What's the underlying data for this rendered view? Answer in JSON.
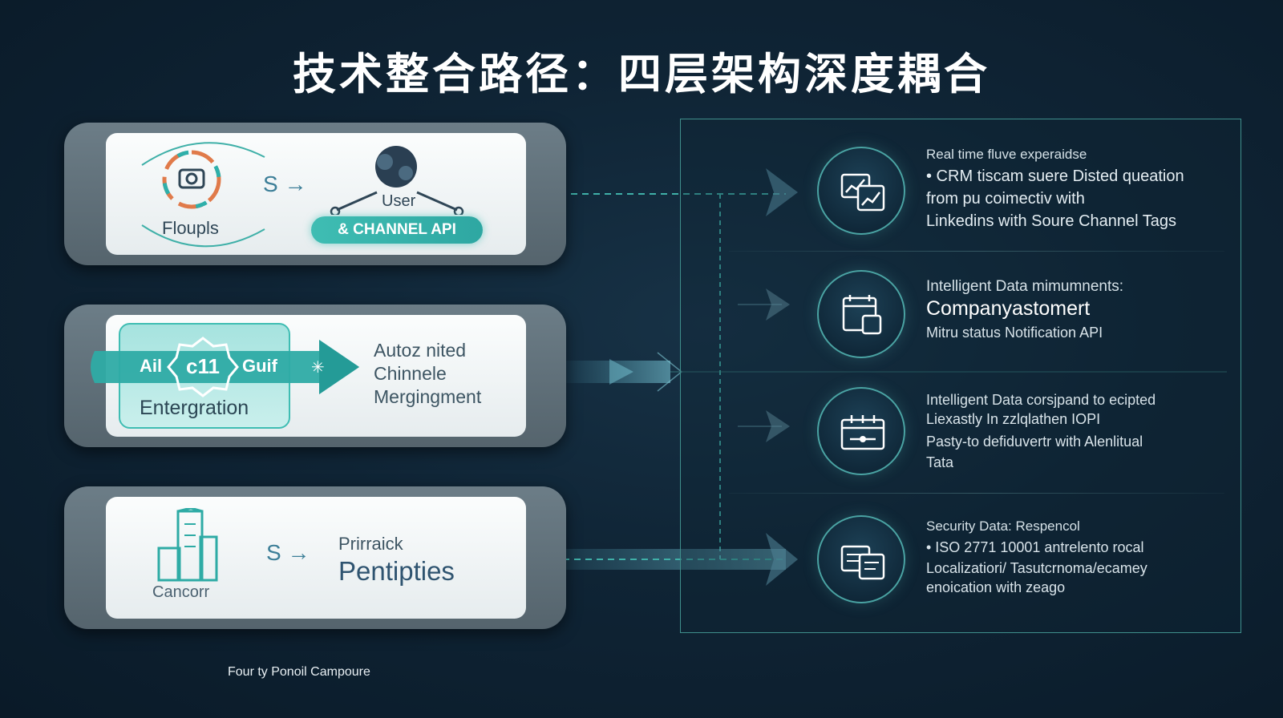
{
  "title": "技术整合路径：四层架构深度耦合",
  "layers": [
    {
      "left_label": "Floupls",
      "arrow_label": "S",
      "user_label": "User",
      "pill_label": "& CHANNEL API"
    },
    {
      "left_a": "Ail",
      "left_b": "Guif",
      "chip_text": "c11",
      "box_label": "Entergration",
      "right_lines": [
        "Autoz nited",
        "Chinnele",
        "Mergingment"
      ]
    },
    {
      "left_label": "Cancorr",
      "arrow_label": "S",
      "right_small": "Prirraick",
      "right_big": "Pentipties"
    }
  ],
  "features": [
    {
      "icon": "chart-documents-icon",
      "heading": "Real time fluve experaidse",
      "lines": [
        "• CRM tiscam suere Disted queation",
        "from pu coimectiv with",
        "Linkedins with Soure Channel Tags"
      ]
    },
    {
      "icon": "calendar-folder-icon",
      "heading": "Intelligent Data mimumnents:",
      "big": "Companyastomert",
      "small": "Mitru status Notification API"
    },
    {
      "icon": "schedule-board-icon",
      "heading": "Intelligent Data corsjpand to ecipted",
      "lines": [
        "Liexastly In zzlqlathen IOPI",
        "Pasty-to defiduvertr with Alenlitual",
        "Tata"
      ]
    },
    {
      "icon": "secure-documents-icon",
      "heading": "Security Data: Respencol",
      "lines": [
        "• ISO 2771 10001 antrelento rocal",
        "Localizatiori/ Tasutcrnoma/ecamey",
        "enoication with zeago"
      ]
    }
  ],
  "footer": "Four ty Ponoil Campoure",
  "colors": {
    "background": "#0f2435",
    "accent": "#2eb0ab",
    "card": "#f3f6f7",
    "border": "#3f8f8c"
  }
}
